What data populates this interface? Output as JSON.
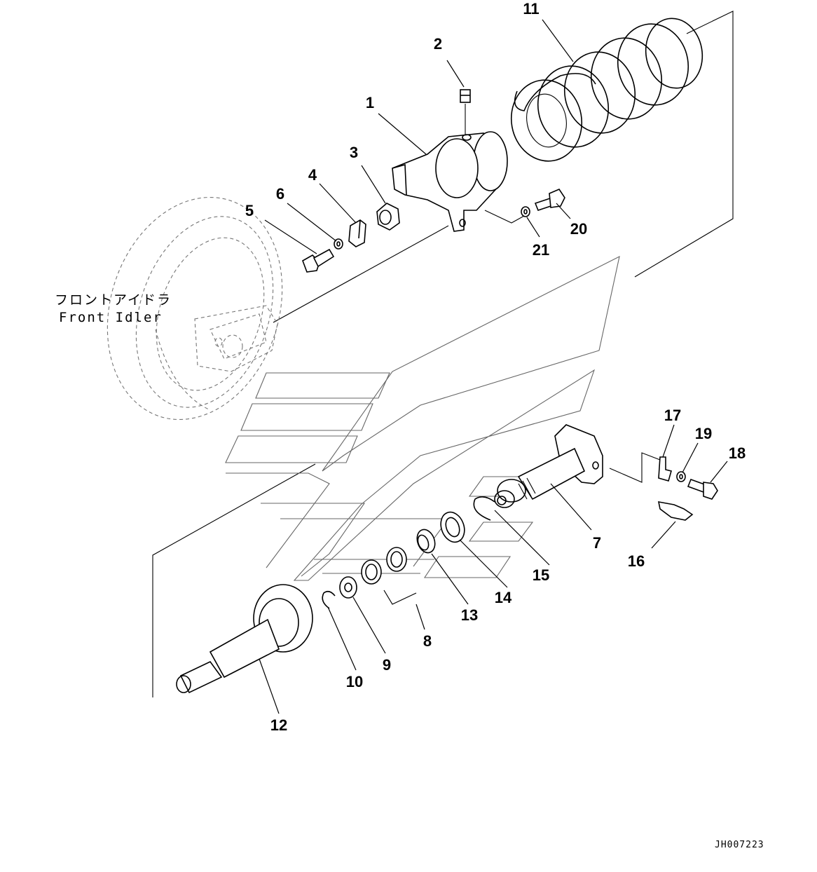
{
  "caption": {
    "japanese": "フロントアイドラ",
    "english": "Front Idler"
  },
  "drawing_code": "JH007223",
  "callouts": [
    {
      "id": "1",
      "label": "1"
    },
    {
      "id": "2",
      "label": "2"
    },
    {
      "id": "3",
      "label": "3"
    },
    {
      "id": "4",
      "label": "4"
    },
    {
      "id": "5",
      "label": "5"
    },
    {
      "id": "6",
      "label": "6"
    },
    {
      "id": "7",
      "label": "7"
    },
    {
      "id": "8",
      "label": "8"
    },
    {
      "id": "9",
      "label": "9"
    },
    {
      "id": "10",
      "label": "10"
    },
    {
      "id": "11",
      "label": "11"
    },
    {
      "id": "12",
      "label": "12"
    },
    {
      "id": "13",
      "label": "13"
    },
    {
      "id": "14",
      "label": "14"
    },
    {
      "id": "15",
      "label": "15"
    },
    {
      "id": "16",
      "label": "16"
    },
    {
      "id": "17",
      "label": "17"
    },
    {
      "id": "18",
      "label": "18"
    },
    {
      "id": "19",
      "label": "19"
    },
    {
      "id": "20",
      "label": "20"
    },
    {
      "id": "21",
      "label": "21"
    }
  ]
}
